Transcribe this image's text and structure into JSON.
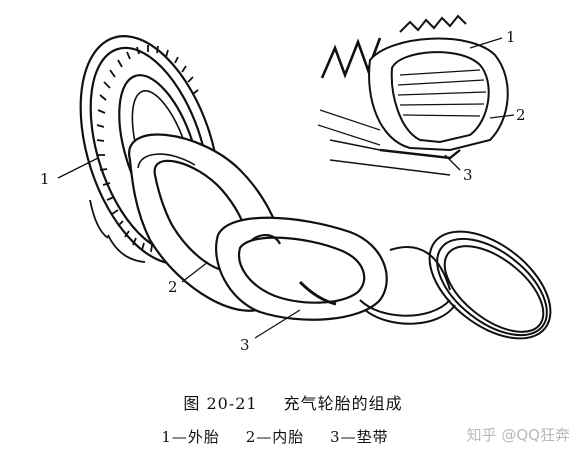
{
  "figure": {
    "labels": {
      "left_outer_tire": "1",
      "left_inner_tube": "2",
      "left_flap": "3",
      "inset_outer_tire": "1",
      "inset_inner_tube": "2",
      "inset_flap": "3"
    }
  },
  "caption": {
    "figure_number": "图 20-21",
    "title": "充气轮胎的组成",
    "legend": [
      "1—外胎",
      "2—内胎",
      "3—垫带"
    ]
  },
  "watermark": {
    "text": "知乎 @QQ狂奔"
  }
}
